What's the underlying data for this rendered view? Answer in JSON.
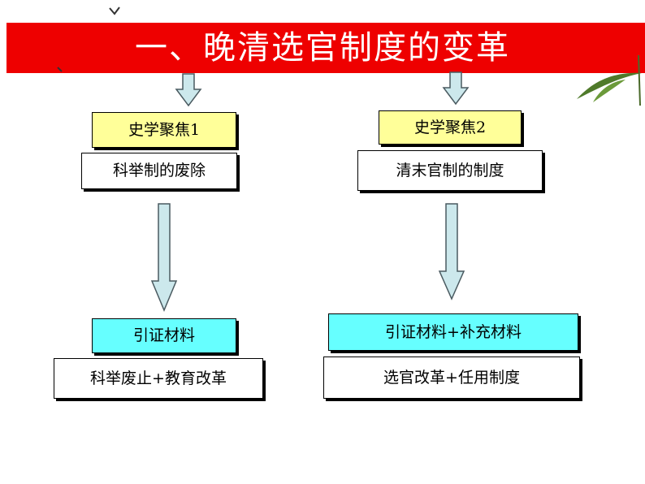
{
  "title": "一、晚清选官制度的变革",
  "left": {
    "focus_label": "史学聚焦1",
    "topic_label": "科举制的废除",
    "material_label": "引证材料",
    "result_label": "科举废止+教育改革"
  },
  "right": {
    "focus_label": "史学聚焦2",
    "topic_label": "清末官制的制度",
    "material_label": "引证材料+补充材料",
    "result_label": "选官改革+任用制度"
  },
  "colors": {
    "banner": "#ee0000",
    "focus_fill": "#ffff99",
    "material_fill": "#66ffff",
    "arrow_fill": "#cce8ec",
    "arrow_stroke": "#4a5a60"
  }
}
